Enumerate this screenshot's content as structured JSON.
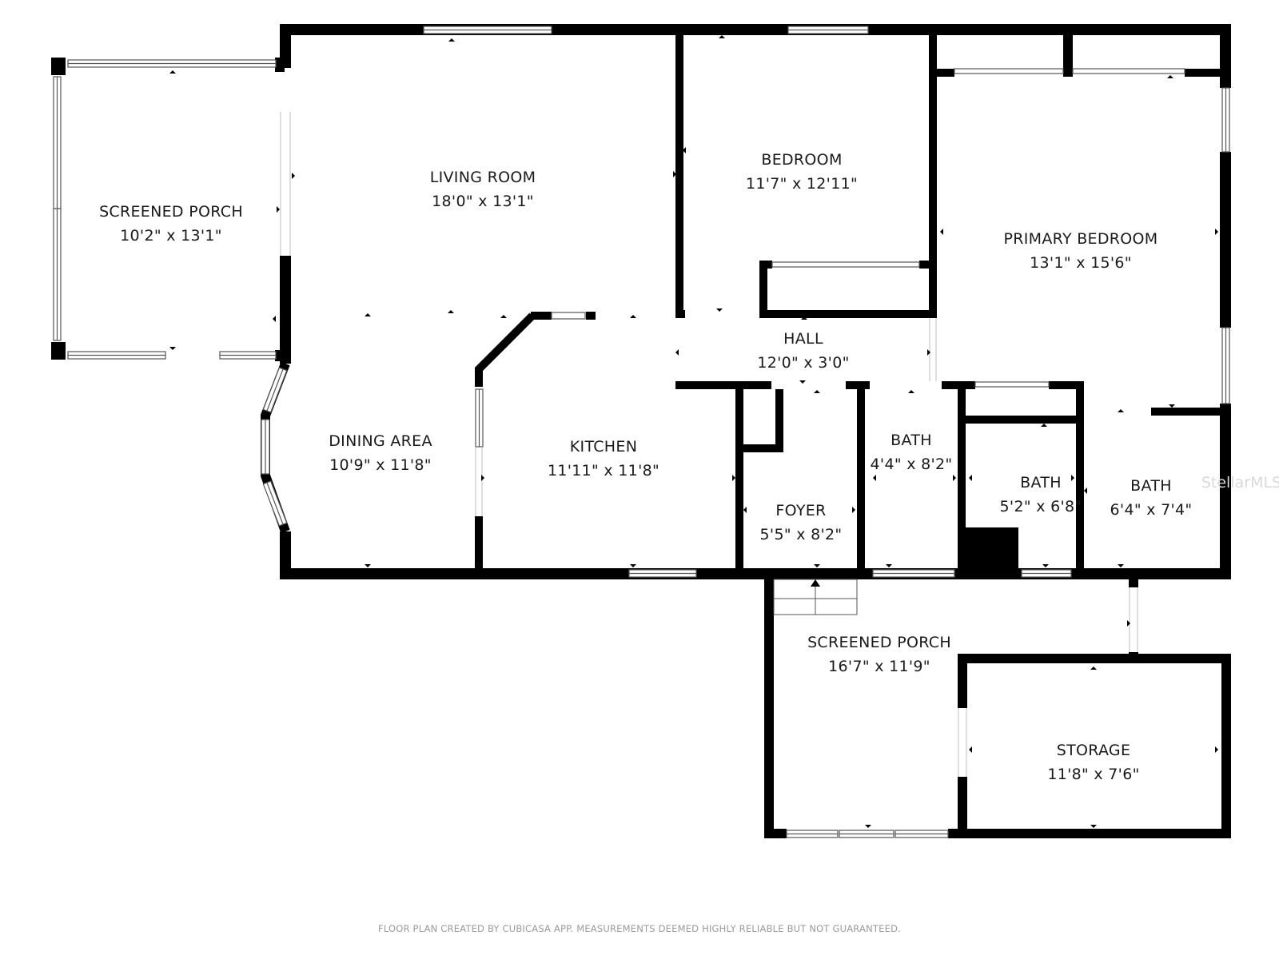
{
  "rooms": {
    "screened_porch_west": {
      "name": "SCREENED PORCH",
      "dims": "10'2\" x 13'1\""
    },
    "living_room": {
      "name": "LIVING ROOM",
      "dims": "18'0\" x 13'1\""
    },
    "bedroom": {
      "name": "BEDROOM",
      "dims": "11'7\" x 12'11\""
    },
    "primary_bedroom": {
      "name": "PRIMARY BEDROOM",
      "dims": "13'1\" x 15'6\""
    },
    "hall": {
      "name": "HALL",
      "dims": "12'0\" x 3'0\""
    },
    "dining_area": {
      "name": "DINING AREA",
      "dims": "10'9\" x 11'8\""
    },
    "kitchen": {
      "name": "KITCHEN",
      "dims": "11'11\" x 11'8\""
    },
    "foyer": {
      "name": "FOYER",
      "dims": "5'5\" x 8'2\""
    },
    "bath_1": {
      "name": "BATH",
      "dims": "4'4\" x 8'2\""
    },
    "bath_2": {
      "name": "BATH",
      "dims": "5'2\" x 6'8\""
    },
    "bath_3": {
      "name": "BATH",
      "dims": "6'4\" x 7'4\""
    },
    "screened_porch_south": {
      "name": "SCREENED PORCH",
      "dims": "16'7\" x 11'9\""
    },
    "storage": {
      "name": "STORAGE",
      "dims": "11'8\" x 7'6\""
    }
  },
  "watermark": "StellarMLS",
  "footer": "FLOOR PLAN CREATED BY CUBICASA APP. MEASUREMENTS DEEMED HIGHLY RELIABLE BUT NOT GUARANTEED.",
  "colors": {
    "wall": "#000000",
    "window_fill": "#ffffff",
    "window_stroke": "#555555",
    "text": "#1a1a1a",
    "footer": "#9a9a9a",
    "watermark": "#d9d9d9"
  }
}
